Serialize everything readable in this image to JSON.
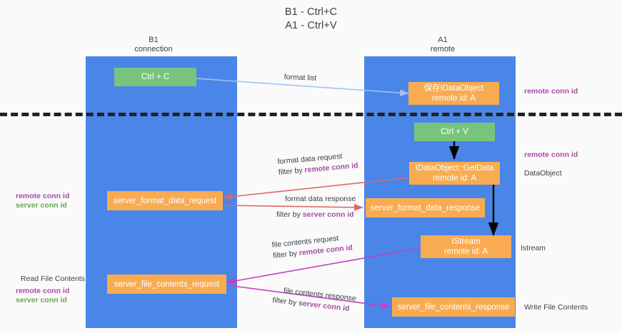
{
  "title": {
    "line1": "B1 - Ctrl+C",
    "line2": "A1 - Ctrl+V"
  },
  "columns": [
    {
      "name": "b1",
      "title": "B1",
      "subtitle": "connection"
    },
    {
      "name": "a1",
      "title": "A1",
      "subtitle": "remote"
    }
  ],
  "nodes": {
    "ctrl_c": {
      "line1": "Ctrl + C",
      "line2": ""
    },
    "save_dataobject": {
      "line1": "保存IDataObject",
      "line2": "remote id: A"
    },
    "ctrl_v": {
      "line1": "Ctrl + V",
      "line2": ""
    },
    "getdata": {
      "line1": "IDataObject::GetData",
      "line2": "remote id: A"
    },
    "format_req": {
      "line1": "server_format_data_request",
      "line2": ""
    },
    "format_resp": {
      "line1": "server_format_data_response",
      "line2": ""
    },
    "istream": {
      "line1": "IStream",
      "line2": "remote id: A"
    },
    "file_req": {
      "line1": "server_file_contents_request",
      "line2": ""
    },
    "file_resp": {
      "line1": "server_file_contents_response",
      "line2": ""
    }
  },
  "edge_labels": {
    "format_list": "format list",
    "format_data_request": "format data request",
    "format_data_request_filter_prefix": "filter by ",
    "format_data_request_filter_key": "remote conn id",
    "format_data_response": "format data response",
    "format_data_response_filter_prefix": "filter by ",
    "format_data_response_filter_key": "server conn id",
    "file_contents_request": "file contents request",
    "file_contents_request_filter_prefix": "filter by ",
    "file_contents_request_filter_key": "remote conn id",
    "file_contents_response": "file contents response",
    "file_contents_response_filter_prefix": "filter by ",
    "file_contents_response_filter_key": "server conn id"
  },
  "side_labels": {
    "right_remote_conn_id_top": "remote conn id",
    "right_remote_conn_id_mid": "remote conn id",
    "right_dataobject": "DataObject",
    "right_istream": "Istream",
    "right_write_file_contents": "Write File Contents",
    "left_remote_conn_id_mid": "remote conn id",
    "left_server_conn_id_mid": "server conn id",
    "left_read_file_contents": "Read File Contents",
    "left_remote_conn_id_bottom": "remote conn id",
    "left_server_conn_id_bottom": "server conn id"
  },
  "colors": {
    "lane": "#4a86e8",
    "green_node": "#78c47d",
    "orange_node": "#f9ab51",
    "purple": "#a64ca6",
    "green_text": "#6aa84f",
    "arrow_lightblue": "#a4c2f4",
    "arrow_red": "#e06666",
    "arrow_magenta": "#c340c3",
    "arrow_black": "#000000",
    "divider": "#222222",
    "background": "#fafafa"
  }
}
